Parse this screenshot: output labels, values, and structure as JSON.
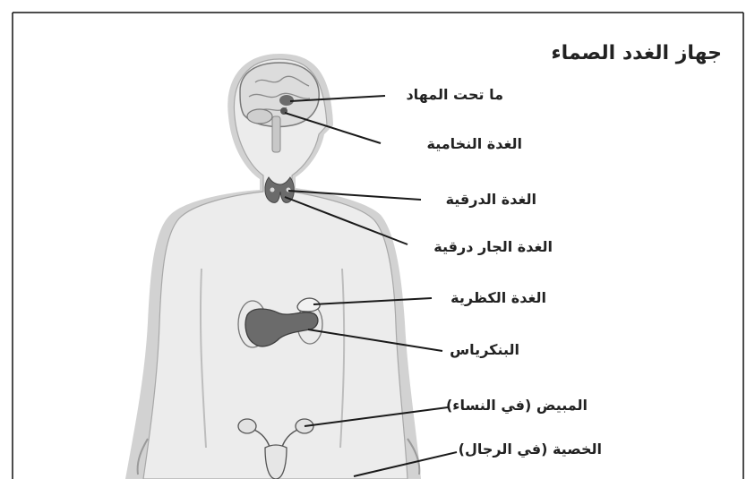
{
  "diagram": {
    "title": "جهاز الغدد الصماء",
    "labels": [
      {
        "id": "hypothalamus",
        "text": "ما تحت المهاد"
      },
      {
        "id": "pituitary",
        "text": "الغدة النخامية"
      },
      {
        "id": "thyroid",
        "text": "الغدة الدرقية"
      },
      {
        "id": "parathyroid",
        "text": "الغدة الجار درقية"
      },
      {
        "id": "adrenal",
        "text": "الغدة الكظرية"
      },
      {
        "id": "pancreas",
        "text": "البنكرياس"
      },
      {
        "id": "ovary",
        "text": "المبيض (في النساء)"
      },
      {
        "id": "testis",
        "text": "الخصية (في الرجال)"
      }
    ]
  },
  "colors": {
    "body_fill": "#ececec",
    "body_outline": "#c4c4c4",
    "body_edge": "#9a9a9a",
    "organ_dark": "#6b6b6b",
    "organ_light": "#e8e8e8",
    "line": "#1a1a1a",
    "frame": "#111111"
  }
}
